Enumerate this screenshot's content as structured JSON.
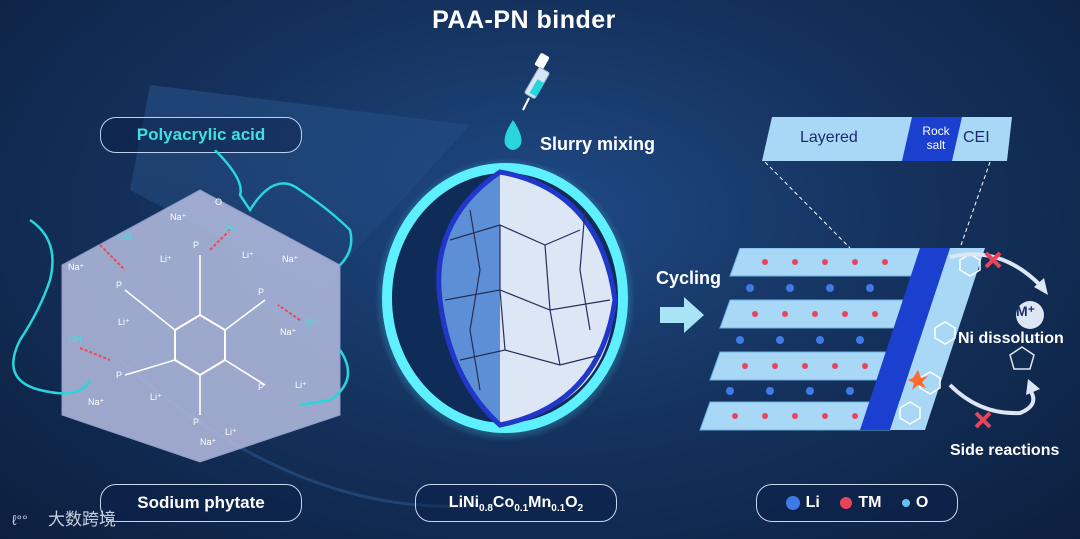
{
  "title": "PAA-PN binder",
  "left_panel": {
    "polyacrylic_label": "Polyacrylic acid",
    "phytate_label": "Sodium phytate",
    "molecule_labels": {
      "p": "P",
      "o": "O",
      "o_minus": "O⁻",
      "oh": "OH",
      "na_plus": "Na⁺",
      "li_plus": "Li⁺"
    }
  },
  "center_panel": {
    "slurry_label": "Slurry mixing",
    "formula": {
      "li": "LiNi",
      "ni_sub": "0.8",
      "co": "Co",
      "co_sub": "0.1",
      "mn": "Mn",
      "mn_sub": "0.1",
      "o": "O",
      "o_sub": "2"
    }
  },
  "right_panel": {
    "cycling_label": "Cycling",
    "layers": {
      "layered": "Layered",
      "rock_salt": "Rock salt",
      "cei": "CEI"
    },
    "m_plus": "M⁺",
    "ni_dissolution": "Ni dissolution",
    "side_reactions": "Side reactions",
    "legend": [
      {
        "label": "Li",
        "color": "#3f7be8"
      },
      {
        "label": "TM",
        "color": "#e8455a"
      },
      {
        "label": "O",
        "color": "#5fc4f0"
      }
    ]
  },
  "watermark": "大数跨境",
  "colors": {
    "cyan": "#3fe0e0",
    "blue": "#1b3fcf",
    "light_blue": "#a9d8f6"
  }
}
